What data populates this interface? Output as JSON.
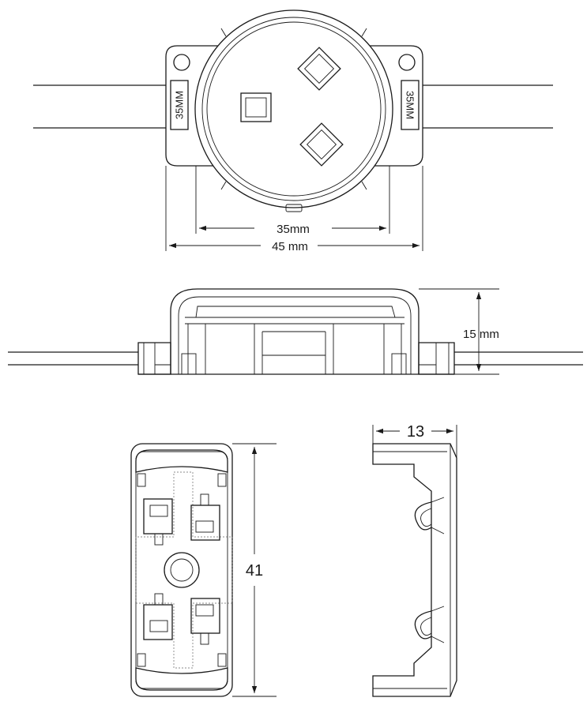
{
  "top_view": {
    "label_left": "35MM",
    "label_right": "35MM",
    "dim_inner": "35mm",
    "dim_outer": "45 mm"
  },
  "side_view": {
    "dim_height": "15 mm"
  },
  "bottom_view": {
    "dim_length": "41"
  },
  "profile_view": {
    "dim_width": "13"
  }
}
